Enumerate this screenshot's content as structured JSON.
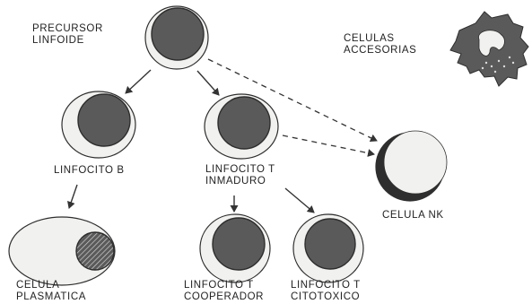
{
  "labels": {
    "precursor_line1": "PRECURSOR",
    "precursor_line2": "LINFOIDE",
    "accesorias_line1": "CELULAS",
    "accesorias_line2": "ACCESORIAS",
    "linfocito_b": "LINFOCITO B",
    "linfocito_t_line1": "LINFOCITO T",
    "linfocito_t_line2": "INMADURO",
    "nk": "CELULA NK",
    "plasmatica_line1": "CELULA",
    "plasmatica_line2": "PLASMATICA",
    "cooperador_line1": "LINFOCITO T",
    "cooperador_line2": "COOPERADOR",
    "citotoxico_line1": "LINFOCITO T",
    "citotoxico_line2": "CITOTOXICO"
  },
  "colors": {
    "cell_fill": "#f1f1ef",
    "nucleus": "#5a5a5a",
    "outline": "#2e2e2e",
    "line": "#333333"
  }
}
